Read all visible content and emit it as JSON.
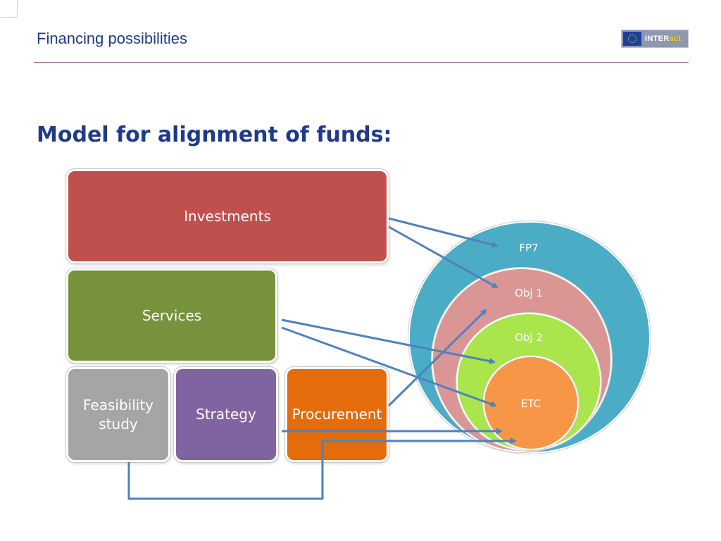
{
  "header": {
    "title": "Financing possibilities",
    "logo_text_prefix": "INTER",
    "logo_text_suffix": "act"
  },
  "slide": {
    "heading": "Model for alignment of funds:"
  },
  "diagram": {
    "boxes": {
      "investments": "Investments",
      "services": "Services",
      "feasibility": "Feasibility study",
      "strategy": "Strategy",
      "procurement": "Procurement"
    },
    "circles": {
      "fp7": "FP7",
      "obj1": "Obj 1",
      "obj2": "Obj 2",
      "etc": "ETC"
    },
    "colors": {
      "investments": "#c0504d",
      "services": "#76923c",
      "feasibility": "#a5a5a5",
      "strategy": "#8064a2",
      "procurement": "#e46c0a",
      "fp7": "#4bacc6",
      "obj1": "#d99694",
      "obj2": "#a9e54b",
      "etc": "#f79646",
      "arrow": "#4f81bd"
    }
  }
}
